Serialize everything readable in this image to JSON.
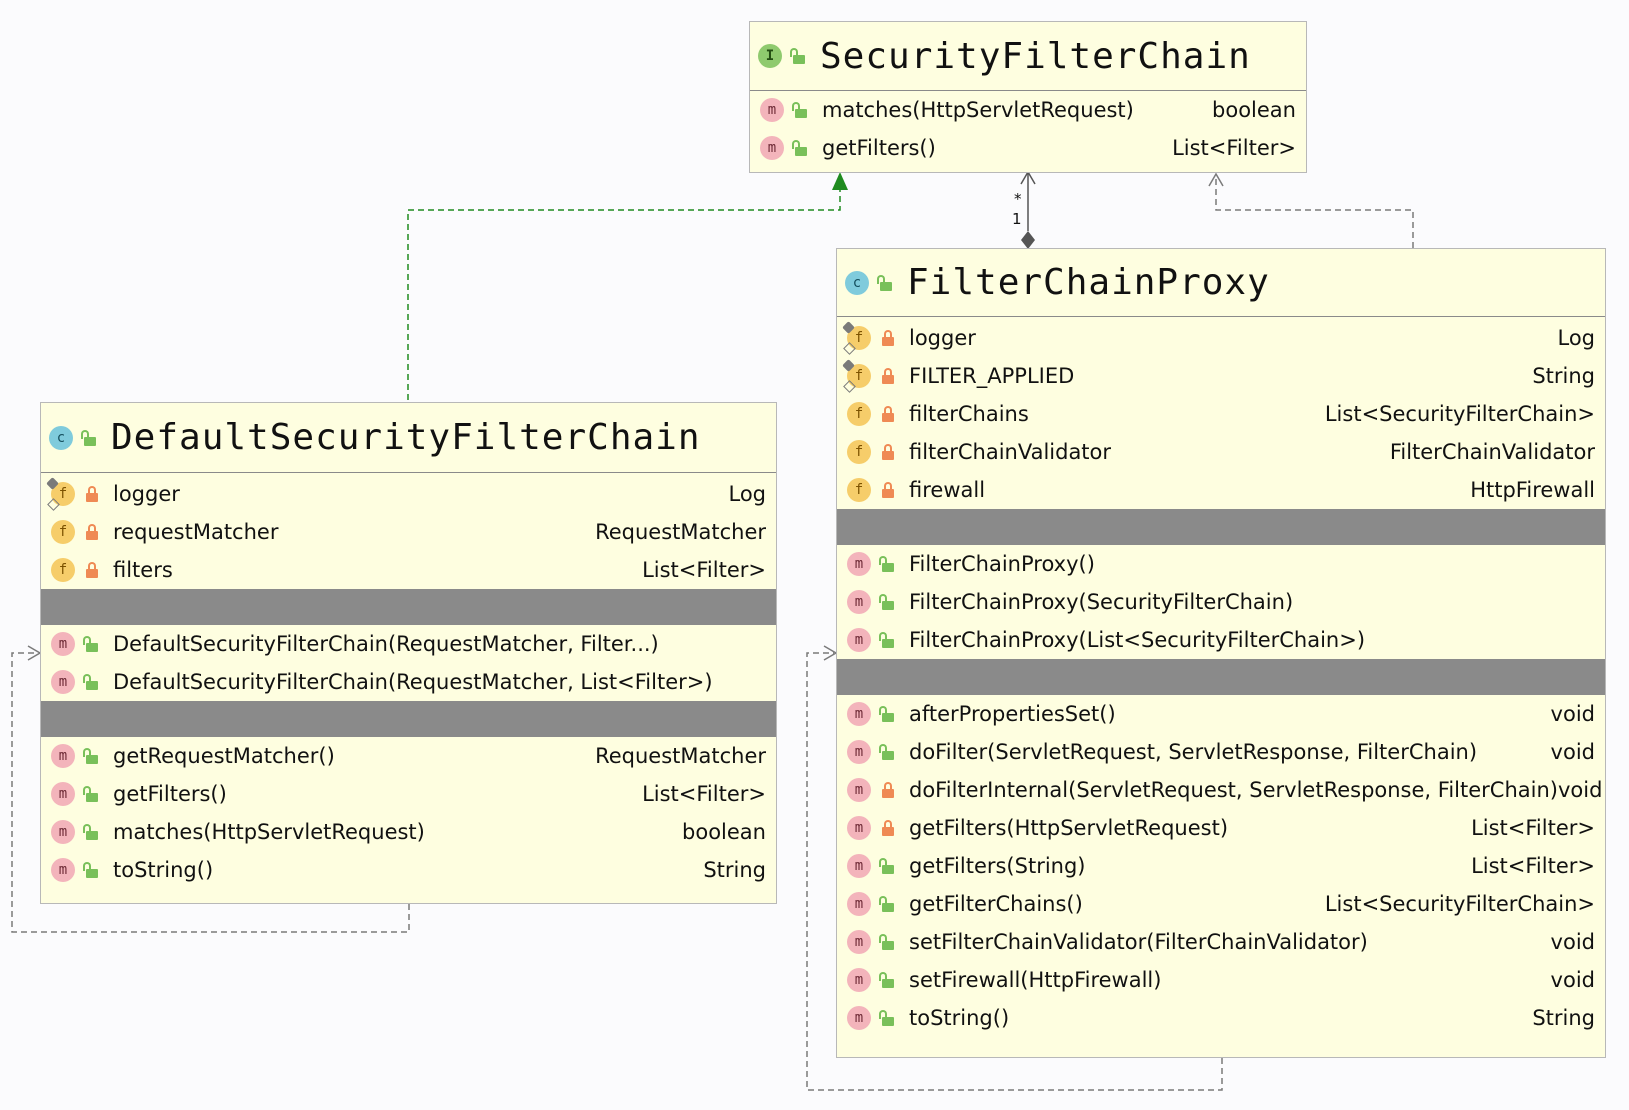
{
  "classes": {
    "sfc": {
      "title": "SecurityFilterChain",
      "kind": "I",
      "kind_icon": "interface-icon",
      "methods": [
        {
          "name": "matches(HttpServletRequest)",
          "type": "boolean",
          "kind": "m",
          "access": "public"
        },
        {
          "name": "getFilters()",
          "type": "List<Filter>",
          "kind": "m",
          "access": "public"
        }
      ]
    },
    "fcp": {
      "title": "FilterChainProxy",
      "kind": "c",
      "kind_icon": "class-icon",
      "fields": [
        {
          "name": "logger",
          "type": "Log",
          "kind": "f",
          "static": true,
          "access": "private"
        },
        {
          "name": "FILTER_APPLIED",
          "type": "String",
          "kind": "f",
          "static": true,
          "access": "private"
        },
        {
          "name": "filterChains",
          "type": "List<SecurityFilterChain>",
          "kind": "f",
          "static": false,
          "access": "private"
        },
        {
          "name": "filterChainValidator",
          "type": "FilterChainValidator",
          "kind": "f",
          "static": false,
          "access": "private"
        },
        {
          "name": "firewall",
          "type": "HttpFirewall",
          "kind": "f",
          "static": false,
          "access": "private"
        }
      ],
      "constructors": [
        {
          "name": "FilterChainProxy()",
          "type": "",
          "kind": "m",
          "access": "public"
        },
        {
          "name": "FilterChainProxy(SecurityFilterChain)",
          "type": "",
          "kind": "m",
          "access": "public"
        },
        {
          "name": "FilterChainProxy(List<SecurityFilterChain>)",
          "type": "",
          "kind": "m",
          "access": "public"
        }
      ],
      "methods": [
        {
          "name": "afterPropertiesSet()",
          "type": "void",
          "kind": "m",
          "access": "public"
        },
        {
          "name": "doFilter(ServletRequest, ServletResponse, FilterChain)",
          "type": "void",
          "kind": "m",
          "access": "public"
        },
        {
          "name": "doFilterInternal(ServletRequest, ServletResponse, FilterChain)",
          "type": "void",
          "kind": "m",
          "access": "private"
        },
        {
          "name": "getFilters(HttpServletRequest)",
          "type": "List<Filter>",
          "kind": "m",
          "access": "private"
        },
        {
          "name": "getFilters(String)",
          "type": "List<Filter>",
          "kind": "m",
          "access": "public"
        },
        {
          "name": "getFilterChains()",
          "type": "List<SecurityFilterChain>",
          "kind": "m",
          "access": "public"
        },
        {
          "name": "setFilterChainValidator(FilterChainValidator)",
          "type": "void",
          "kind": "m",
          "access": "public"
        },
        {
          "name": "setFirewall(HttpFirewall)",
          "type": "void",
          "kind": "m",
          "access": "public"
        },
        {
          "name": "toString()",
          "type": "String",
          "kind": "m",
          "access": "public"
        }
      ]
    },
    "dsfc": {
      "title": "DefaultSecurityFilterChain",
      "kind": "c",
      "kind_icon": "class-icon",
      "fields": [
        {
          "name": "logger",
          "type": "Log",
          "kind": "f",
          "static": true,
          "access": "private"
        },
        {
          "name": "requestMatcher",
          "type": "RequestMatcher",
          "kind": "f",
          "static": false,
          "access": "private"
        },
        {
          "name": "filters",
          "type": "List<Filter>",
          "kind": "f",
          "static": false,
          "access": "private"
        }
      ],
      "constructors": [
        {
          "name": "DefaultSecurityFilterChain(RequestMatcher, Filter...)",
          "type": "",
          "kind": "m",
          "access": "public"
        },
        {
          "name": "DefaultSecurityFilterChain(RequestMatcher, List<Filter>)",
          "type": "",
          "kind": "m",
          "access": "public"
        }
      ],
      "methods": [
        {
          "name": "getRequestMatcher()",
          "type": "RequestMatcher",
          "kind": "m",
          "access": "public"
        },
        {
          "name": "getFilters()",
          "type": "List<Filter>",
          "kind": "m",
          "access": "public"
        },
        {
          "name": "matches(HttpServletRequest)",
          "type": "boolean",
          "kind": "m",
          "access": "public"
        },
        {
          "name": "toString()",
          "type": "String",
          "kind": "m",
          "access": "public"
        }
      ]
    }
  },
  "relations": {
    "composition_mult_source": "1",
    "composition_mult_target": "*"
  },
  "colors": {
    "implements_edge": "#1f8b1f",
    "dependency_edge": "#7a7a7a",
    "composition_edge": "#555555"
  }
}
